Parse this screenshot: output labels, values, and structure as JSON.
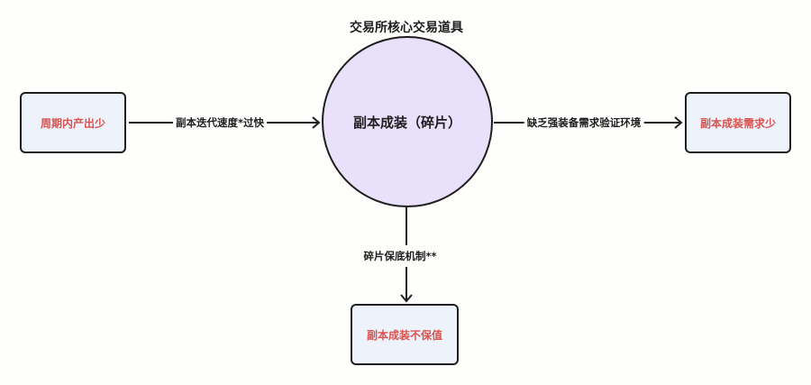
{
  "title": "交易所核心交易道具",
  "center_node": "副本成装（碎片）",
  "nodes": {
    "left": "周期内产出少",
    "right": "副本成装需求少",
    "bottom": "副本成装不保值"
  },
  "edges": {
    "left_to_center": "副本迭代速度*过快",
    "center_to_right": "缺乏强装备需求验证环境",
    "center_to_bottom": "碎片保底机制**"
  },
  "colors": {
    "node_text": "#d9534f",
    "node_fill": "#eef2fb",
    "center_fill": "#e9e1fb"
  }
}
